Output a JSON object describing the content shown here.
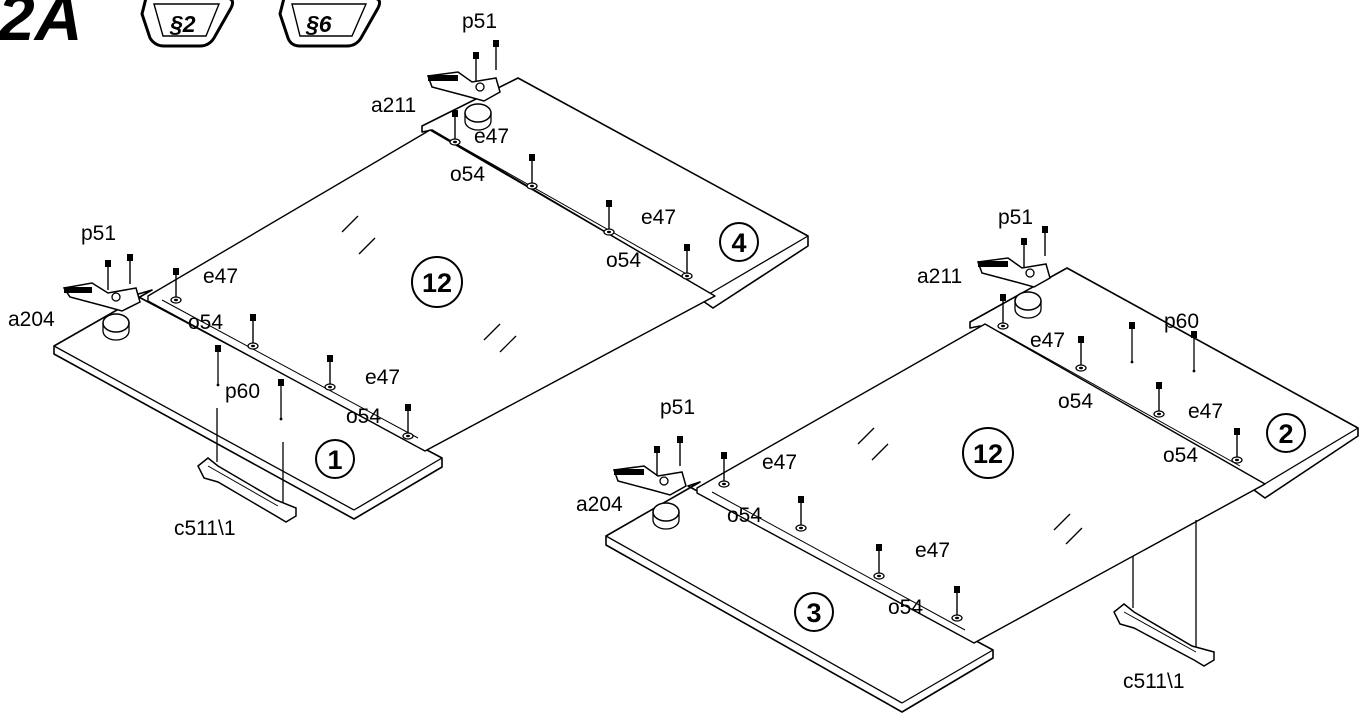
{
  "header": {
    "step": "2A",
    "badges": [
      "§2",
      "§6"
    ]
  },
  "left_assembly": {
    "part_main": "12",
    "part_bottom": "1",
    "part_top": "4",
    "labels": {
      "p51_bottom": "p51",
      "a204": "a204",
      "e47_1": "e47",
      "o54_1": "o54",
      "p60": "p60",
      "e47_2": "e47",
      "o54_2": "o54",
      "c511": "c511\\1",
      "p51_top": "p51",
      "a211": "a211",
      "e47_3": "e47",
      "o54_3": "o54",
      "e47_4": "e47",
      "o54_4": "o54"
    }
  },
  "right_assembly": {
    "part_main": "12",
    "part_bottom": "3",
    "part_top": "2",
    "labels": {
      "p51_top": "p51",
      "a211": "a211",
      "p60": "p60",
      "e47_1": "e47",
      "o54_1": "o54",
      "e47_2": "e47",
      "o54_2": "o54",
      "p51_bottom": "p51",
      "a204": "a204",
      "e47_3": "e47",
      "o54_3": "o54",
      "e47_4": "e47",
      "o54_4": "o54",
      "c511": "c511\\1"
    }
  }
}
